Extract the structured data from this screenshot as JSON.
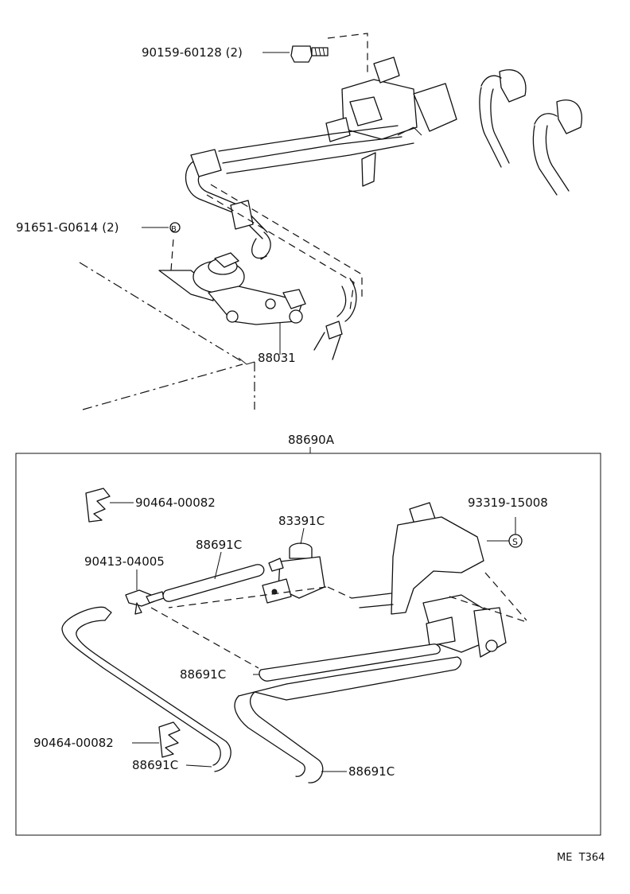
{
  "labels": {
    "p90159": "90159-60128 (2)",
    "p91651": "91651-G0614 (2)",
    "p88031": "88031",
    "p88690A": "88690A",
    "p90464a": "90464-00082",
    "p93319": "93319-15008",
    "p83391C": "83391C",
    "p88691C_a": "88691C",
    "p90413": "90413-04005",
    "p88691C_b": "88691C",
    "p90464b": "90464-00082",
    "p88691C_c": "88691C",
    "p88691C_d": "88691C",
    "footer": "ME  T364"
  },
  "symbols": {
    "circle_b": "B",
    "circle_s": "S"
  }
}
